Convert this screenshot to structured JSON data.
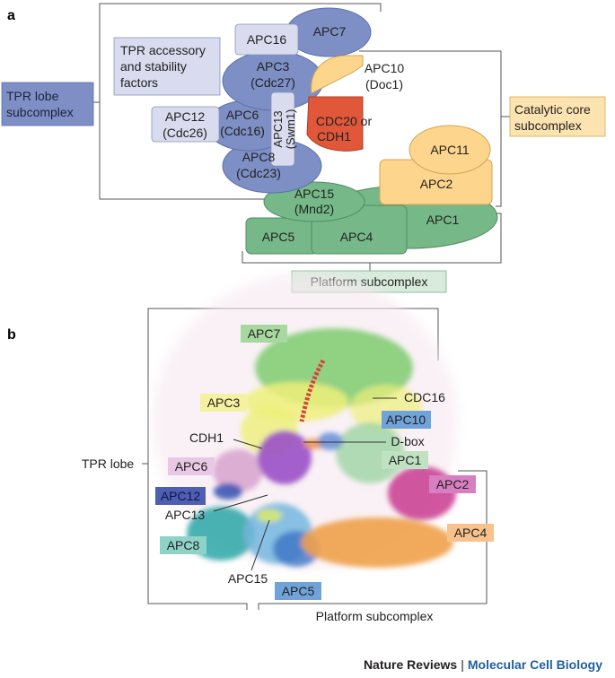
{
  "panel_a": {
    "panel_label": "a",
    "tpr_lobe_subcomplex": "TPR lobe subcomplex",
    "tpr_accessory": "TPR accessory and stability factors",
    "catalytic_core_subcomplex": "Catalytic core subcomplex",
    "platform_subcomplex": "Platform subcomplex",
    "subunits": {
      "apc16": "APC16",
      "apc7": "APC7",
      "apc3": "APC3",
      "apc3_alias": "(Cdc27)",
      "apc10": "APC10",
      "apc10_alias": "(Doc1)",
      "apc12": "APC12",
      "apc12_alias": "(Cdc26)",
      "apc6": "APC6",
      "apc6_alias": "(Cdc16)",
      "apc13": "APC13",
      "apc13_alias": "(Swm1)",
      "cdc20": "CDC20 or",
      "cdh1": "CDH1",
      "apc8": "APC8",
      "apc8_alias": "(Cdc23)",
      "apc11": "APC11",
      "apc2": "APC2",
      "apc15": "APC15",
      "apc15_alias": "(Mnd2)",
      "apc1": "APC1",
      "apc5": "APC5",
      "apc4": "APC4"
    },
    "colors": {
      "tpr_blue": "#7d8fc4",
      "light_blue": "#d8dcee",
      "catalytic_yellow": "#fdd58c",
      "cdc20_red": "#e0573a",
      "platform_green": "#76b888",
      "light_green": "#d8ebdc"
    }
  },
  "panel_b": {
    "panel_label": "b",
    "labels": {
      "apc7": "APC7",
      "apc3": "APC3",
      "cdc16": "CDC16",
      "apc10": "APC10",
      "cdh1": "CDH1",
      "dbox": "D-box",
      "apc1": "APC1",
      "apc6": "APC6",
      "apc2": "APC2",
      "apc12": "APC12",
      "apc13": "APC13",
      "apc4": "APC4",
      "apc8": "APC8",
      "apc15": "APC15",
      "apc5": "APC5",
      "tpr_lobe": "TPR lobe",
      "platform_subcomplex": "Platform subcomplex"
    }
  },
  "footer": {
    "publisher": "Nature Reviews",
    "separator": "|",
    "journal": "Molecular Cell Biology"
  }
}
